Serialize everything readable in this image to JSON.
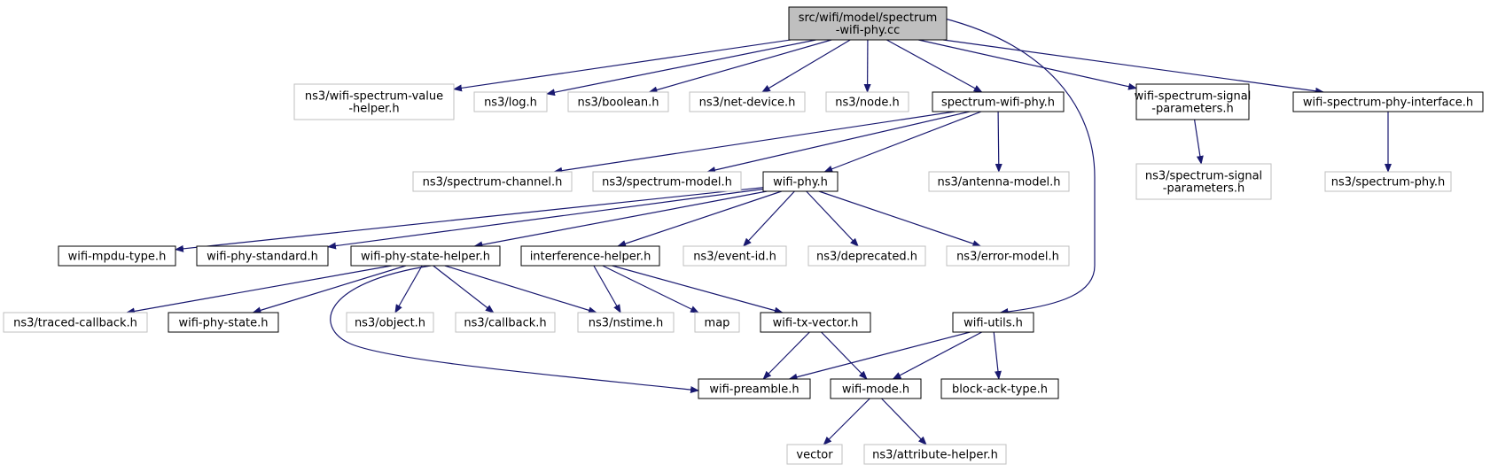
{
  "nodes": [
    {
      "id": "root",
      "lines": [
        "src/wifi/model/spectrum",
        "-wifi-phy.cc"
      ],
      "style": "root"
    },
    {
      "id": "wsvh",
      "lines": [
        "ns3/wifi-spectrum-value",
        "-helper.h"
      ],
      "style": "faded"
    },
    {
      "id": "log",
      "lines": [
        "ns3/log.h"
      ],
      "style": "faded"
    },
    {
      "id": "boolean",
      "lines": [
        "ns3/boolean.h"
      ],
      "style": "faded"
    },
    {
      "id": "netdev",
      "lines": [
        "ns3/net-device.h"
      ],
      "style": "faded"
    },
    {
      "id": "node",
      "lines": [
        "ns3/node.h"
      ],
      "style": "faded"
    },
    {
      "id": "swp",
      "lines": [
        "spectrum-wifi-phy.h"
      ],
      "style": "solid"
    },
    {
      "id": "wssp",
      "lines": [
        "wifi-spectrum-signal",
        "-parameters.h"
      ],
      "style": "solid"
    },
    {
      "id": "wspi",
      "lines": [
        "wifi-spectrum-phy-interface.h"
      ],
      "style": "solid"
    },
    {
      "id": "schan",
      "lines": [
        "ns3/spectrum-channel.h"
      ],
      "style": "faded"
    },
    {
      "id": "smodel",
      "lines": [
        "ns3/spectrum-model.h"
      ],
      "style": "faded"
    },
    {
      "id": "wphy",
      "lines": [
        "wifi-phy.h"
      ],
      "style": "solid"
    },
    {
      "id": "antenna",
      "lines": [
        "ns3/antenna-model.h"
      ],
      "style": "faded"
    },
    {
      "id": "ssp",
      "lines": [
        "ns3/spectrum-signal",
        "-parameters.h"
      ],
      "style": "faded"
    },
    {
      "id": "sphy",
      "lines": [
        "ns3/spectrum-phy.h"
      ],
      "style": "faded"
    },
    {
      "id": "mpdu",
      "lines": [
        "wifi-mpdu-type.h"
      ],
      "style": "solid"
    },
    {
      "id": "std",
      "lines": [
        "wifi-phy-standard.h"
      ],
      "style": "solid"
    },
    {
      "id": "psh",
      "lines": [
        "wifi-phy-state-helper.h"
      ],
      "style": "solid"
    },
    {
      "id": "ih",
      "lines": [
        "interference-helper.h"
      ],
      "style": "solid"
    },
    {
      "id": "eventid",
      "lines": [
        "ns3/event-id.h"
      ],
      "style": "faded"
    },
    {
      "id": "deprecated",
      "lines": [
        "ns3/deprecated.h"
      ],
      "style": "faded"
    },
    {
      "id": "errmodel",
      "lines": [
        "ns3/error-model.h"
      ],
      "style": "faded"
    },
    {
      "id": "tcb",
      "lines": [
        "ns3/traced-callback.h"
      ],
      "style": "faded"
    },
    {
      "id": "pstate",
      "lines": [
        "wifi-phy-state.h"
      ],
      "style": "solid"
    },
    {
      "id": "object",
      "lines": [
        "ns3/object.h"
      ],
      "style": "faded"
    },
    {
      "id": "callback",
      "lines": [
        "ns3/callback.h"
      ],
      "style": "faded"
    },
    {
      "id": "nstime",
      "lines": [
        "ns3/nstime.h"
      ],
      "style": "faded"
    },
    {
      "id": "map",
      "lines": [
        "map"
      ],
      "style": "faded"
    },
    {
      "id": "txv",
      "lines": [
        "wifi-tx-vector.h"
      ],
      "style": "solid"
    },
    {
      "id": "utils",
      "lines": [
        "wifi-utils.h"
      ],
      "style": "solid"
    },
    {
      "id": "preamble",
      "lines": [
        "wifi-preamble.h"
      ],
      "style": "solid"
    },
    {
      "id": "mode",
      "lines": [
        "wifi-mode.h"
      ],
      "style": "solid"
    },
    {
      "id": "back",
      "lines": [
        "block-ack-type.h"
      ],
      "style": "solid"
    },
    {
      "id": "vector",
      "lines": [
        "vector"
      ],
      "style": "faded"
    },
    {
      "id": "attr",
      "lines": [
        "ns3/attribute-helper.h"
      ],
      "style": "faded"
    }
  ],
  "edges": [
    [
      "root",
      "wsvh"
    ],
    [
      "root",
      "log"
    ],
    [
      "root",
      "boolean"
    ],
    [
      "root",
      "netdev"
    ],
    [
      "root",
      "node"
    ],
    [
      "root",
      "swp"
    ],
    [
      "root",
      "wssp"
    ],
    [
      "root",
      "wspi"
    ],
    [
      "root",
      "utils"
    ],
    [
      "swp",
      "schan"
    ],
    [
      "swp",
      "smodel"
    ],
    [
      "swp",
      "wphy"
    ],
    [
      "swp",
      "antenna"
    ],
    [
      "wssp",
      "ssp"
    ],
    [
      "wspi",
      "sphy"
    ],
    [
      "wphy",
      "mpdu"
    ],
    [
      "wphy",
      "std"
    ],
    [
      "wphy",
      "psh"
    ],
    [
      "wphy",
      "ih"
    ],
    [
      "wphy",
      "eventid"
    ],
    [
      "wphy",
      "deprecated"
    ],
    [
      "wphy",
      "errmodel"
    ],
    [
      "psh",
      "tcb"
    ],
    [
      "psh",
      "pstate"
    ],
    [
      "psh",
      "object"
    ],
    [
      "psh",
      "callback"
    ],
    [
      "psh",
      "nstime"
    ],
    [
      "psh",
      "preamble"
    ],
    [
      "ih",
      "nstime"
    ],
    [
      "ih",
      "map"
    ],
    [
      "ih",
      "txv"
    ],
    [
      "txv",
      "preamble"
    ],
    [
      "txv",
      "mode"
    ],
    [
      "utils",
      "preamble"
    ],
    [
      "utils",
      "mode"
    ],
    [
      "utils",
      "back"
    ],
    [
      "mode",
      "vector"
    ],
    [
      "mode",
      "attr"
    ]
  ],
  "colors": {
    "edge": "#191970",
    "root_fill": "#bfbfbf",
    "faded_border": "#bfbfbf",
    "solid_border": "#000000"
  }
}
